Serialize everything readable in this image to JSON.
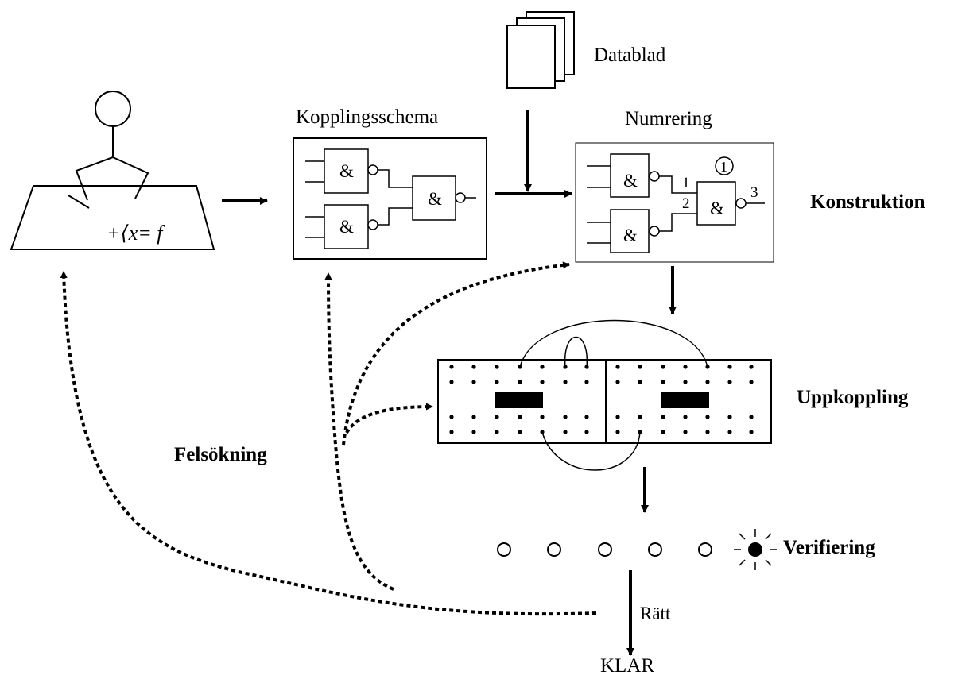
{
  "labels": {
    "datablad": "Datablad",
    "kopplingsschema": "Kopplingsschema",
    "numrering": "Numrering",
    "konstruktion": "Konstruktion",
    "uppkoppling": "Uppkoppling",
    "verifiering": "Verifiering",
    "felsokning": "Felsökning",
    "ratt": "Rätt",
    "klar": "KLAR"
  },
  "gate_symbol": "&",
  "equation": "+⟨x= f",
  "pin_numbers": [
    "1",
    "2",
    "3"
  ],
  "circled_number": "1"
}
